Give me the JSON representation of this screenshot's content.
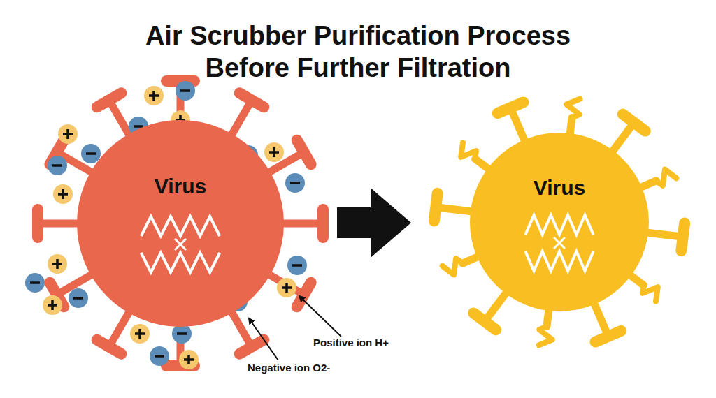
{
  "diagram": {
    "title": "Air Scrubber Purification Process Before Further Filtration",
    "nodes": [
      {
        "text": [
          "Virus"
        ]
      },
      {
        "text": [
          "Virus"
        ]
      }
    ],
    "edges": [
      {
        "from": 0,
        "to": 1,
        "arrow": "to"
      }
    ],
    "labels": [
      "Positive ion H+",
      "Negative ion O2-"
    ]
  }
}
